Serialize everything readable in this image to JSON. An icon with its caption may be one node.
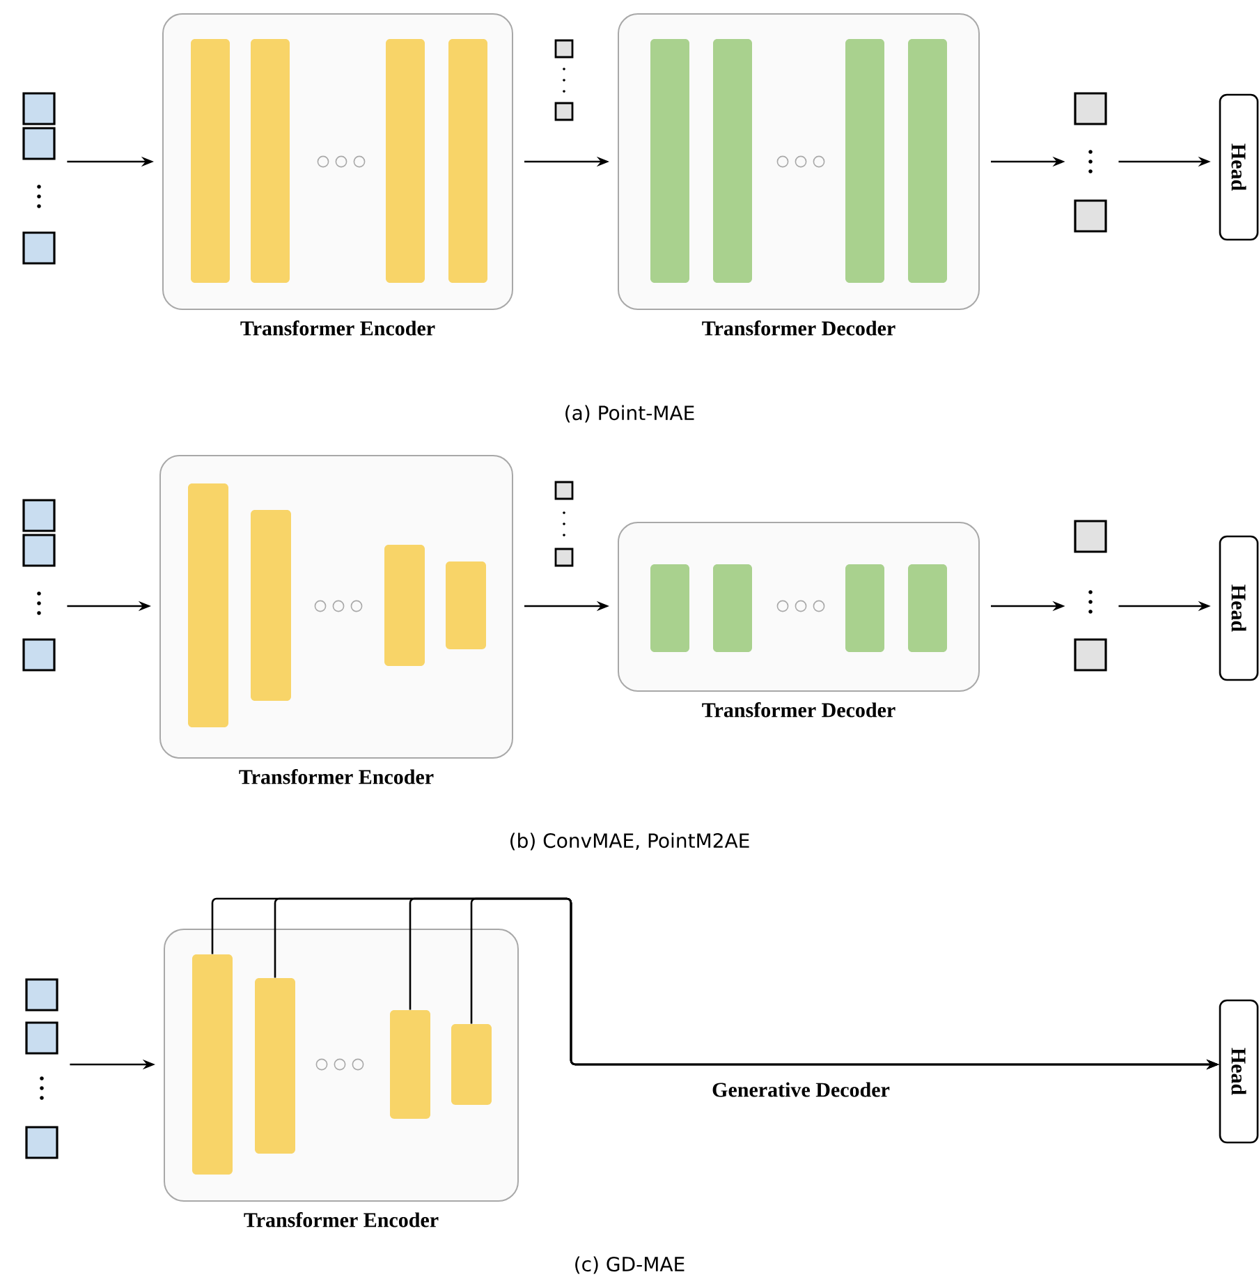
{
  "diagram": {
    "nodes": [
      {
        "text": [],
        "shape": "box"
      },
      {
        "text": [
          "Transformer Encoder"
        ]
      },
      {
        "text": [],
        "shape": "bar",
        "in": 1
      },
      {
        "text": [],
        "shape": "bar",
        "in": 1
      },
      {
        "text": [],
        "shape": "bar",
        "in": 1
      },
      {
        "text": [],
        "shape": "bar",
        "in": 1
      },
      {
        "text": [
          "Transformer Decoder"
        ]
      },
      {
        "text": [],
        "shape": "bar",
        "in": 6
      },
      {
        "text": [],
        "shape": "bar",
        "in": 6
      },
      {
        "text": [],
        "shape": "bar",
        "in": 6
      },
      {
        "text": [],
        "shape": "bar",
        "in": 6
      },
      {
        "text": [],
        "shape": "box"
      },
      {
        "text": [
          "Head"
        ]
      },
      {
        "text": [],
        "shape": "box"
      },
      {
        "text": [
          "Transformer Encoder"
        ]
      },
      {
        "text": [],
        "shape": "bar",
        "in": 14
      },
      {
        "text": [],
        "shape": "bar",
        "in": 14
      },
      {
        "text": [],
        "shape": "bar",
        "in": 14
      },
      {
        "text": [],
        "shape": "bar",
        "in": 14
      },
      {
        "text": [
          "Transformer Decoder"
        ]
      },
      {
        "text": [],
        "shape": "bar",
        "in": 19
      },
      {
        "text": [],
        "shape": "bar",
        "in": 19
      },
      {
        "text": [],
        "shape": "bar",
        "in": 19
      },
      {
        "text": [],
        "shape": "bar",
        "in": 19
      },
      {
        "text": [],
        "shape": "box"
      },
      {
        "text": [
          "Head"
        ]
      },
      {
        "text": [],
        "shape": "box"
      },
      {
        "text": [
          "Transformer Encoder"
        ]
      },
      {
        "text": [],
        "shape": "bar",
        "in": 27
      },
      {
        "text": [],
        "shape": "bar",
        "in": 27
      },
      {
        "text": [],
        "shape": "bar",
        "in": 27
      },
      {
        "text": [],
        "shape": "bar",
        "in": 27
      },
      {
        "text": [
          "Head"
        ]
      }
    ],
    "edges": [
      {
        "from": 0,
        "to": 1,
        "arrow": "to"
      },
      {
        "from": 1,
        "to": 6,
        "arrow": "to"
      },
      {
        "from": 6,
        "to": 11,
        "arrow": "to"
      },
      {
        "from": 11,
        "to": 12,
        "arrow": "to"
      },
      {
        "from": 13,
        "to": 14,
        "arrow": "to"
      },
      {
        "from": 14,
        "to": 19,
        "arrow": "to"
      },
      {
        "from": 19,
        "to": 24,
        "arrow": "to"
      },
      {
        "from": 24,
        "to": 25,
        "arrow": "to"
      },
      {
        "from": 26,
        "to": 27,
        "arrow": "to"
      },
      {
        "from": 28,
        "to": 32,
        "arrow": "to",
        "label": "Generative Decoder"
      },
      {
        "from": 29,
        "to": 32,
        "arrow": "to"
      },
      {
        "from": 30,
        "to": 32,
        "arrow": "to"
      },
      {
        "from": 31,
        "to": 32,
        "arrow": "to"
      }
    ],
    "labels": [
      "(a) Point-MAE",
      "(b) ConvMAE, PointM2AE",
      "(c) GD-MAE"
    ]
  }
}
